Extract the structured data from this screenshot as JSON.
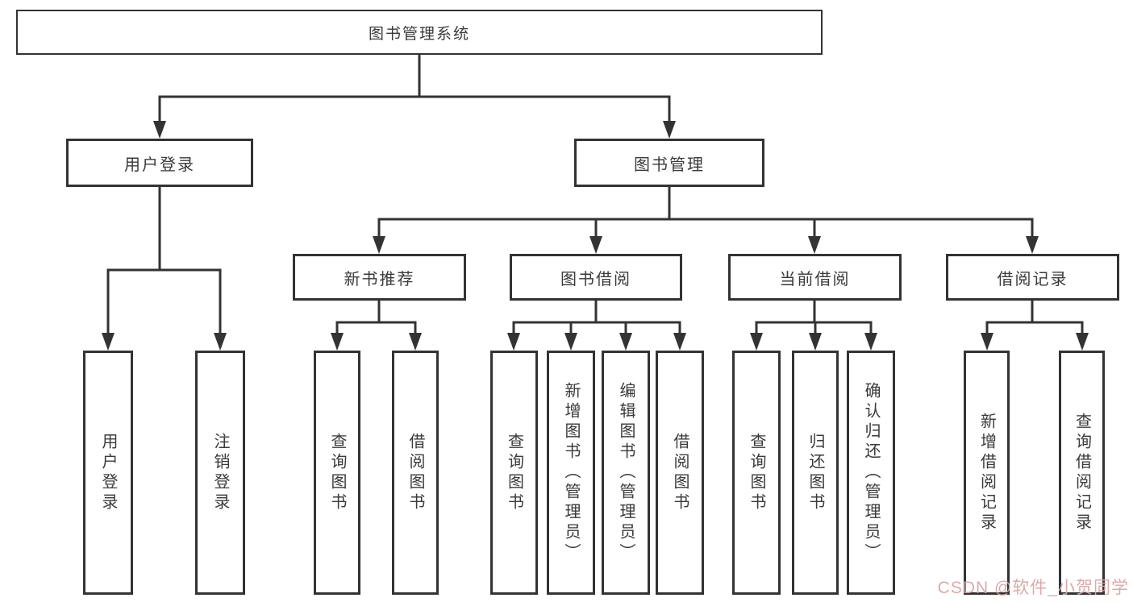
{
  "title": "图书管理系统",
  "watermark": "CSDN @软件_小贺同学",
  "colors": {
    "line": "#333333",
    "text": "#3a3a3a",
    "background": "#ffffff",
    "watermark": "#dba4a4"
  },
  "branches": {
    "user": {
      "label": "用户登录",
      "children": [
        "用户登录",
        "注销登录"
      ]
    },
    "book": {
      "label": "图书管理",
      "sections": [
        {
          "label": "新书推荐",
          "children": [
            "查询图书",
            "借阅图书"
          ]
        },
        {
          "label": "图书借阅",
          "children": [
            "查询图书",
            "新增图书（管理员）",
            "编辑图书（管理员）",
            "借阅图书"
          ]
        },
        {
          "label": "当前借阅",
          "children": [
            "查询图书",
            "归还图书",
            "确认归还（管理员）"
          ]
        },
        {
          "label": "借阅记录",
          "children": [
            "新增借阅记录",
            "查询借阅记录"
          ]
        }
      ]
    }
  }
}
